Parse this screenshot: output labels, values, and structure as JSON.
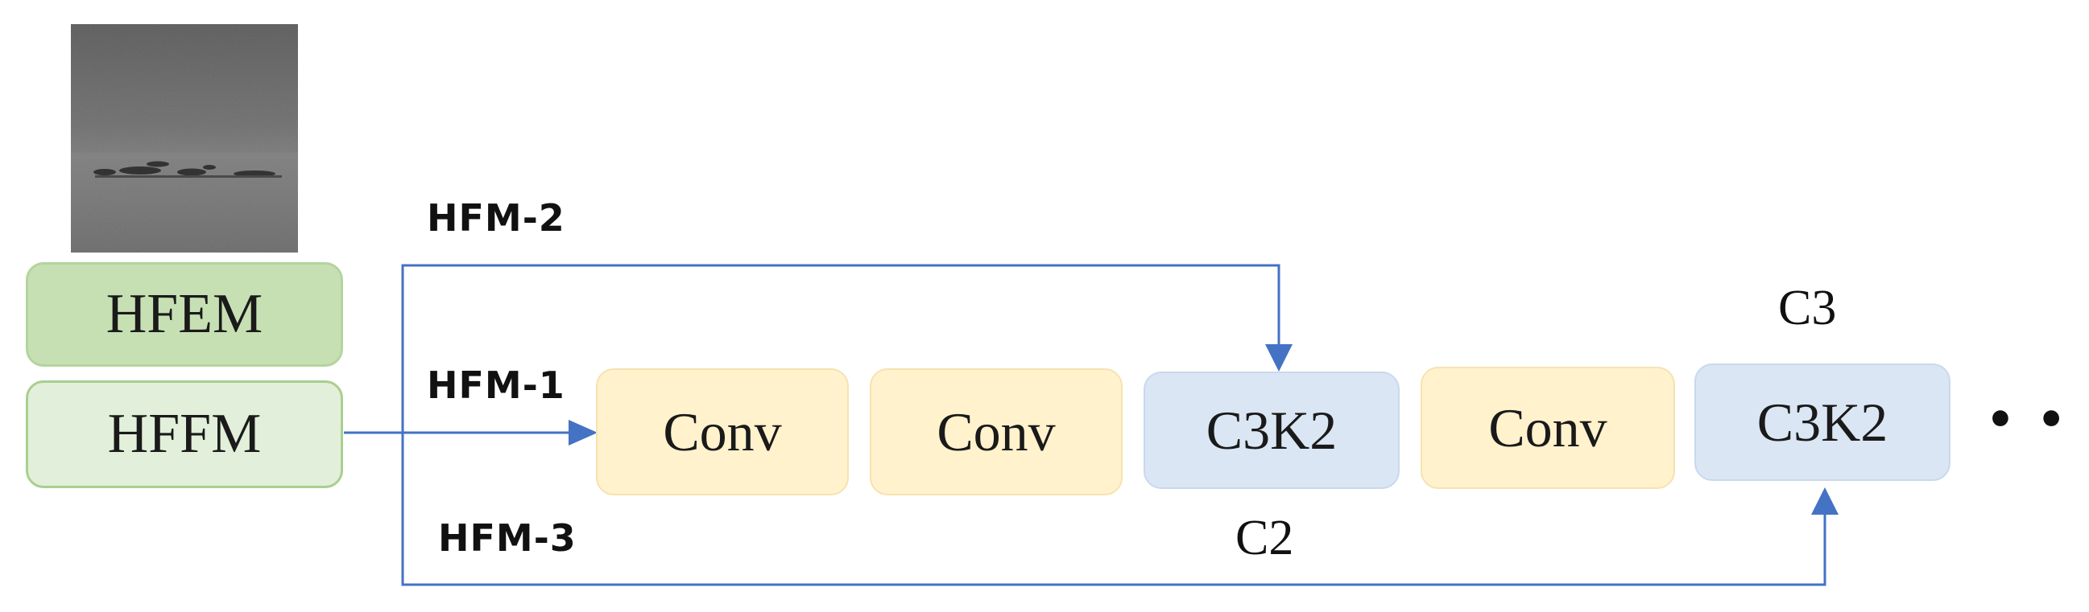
{
  "blocks": {
    "hfem": "HFEM",
    "hffm": "HFFM",
    "conv1": "Conv",
    "conv2": "Conv",
    "c3k2_1": "C3K2",
    "conv3": "Conv",
    "c3k2_2": "C3K2"
  },
  "paths": {
    "hfm1": "HFM-1",
    "hfm2": "HFM-2",
    "hfm3": "HFM-3"
  },
  "stage_labels": {
    "c2": "C2",
    "c3": "C3"
  },
  "continuation": "• • •",
  "colors": {
    "arrow": "#4472c4",
    "hfem_fill": "#c6e0b4",
    "hffm_fill": "#e2efda",
    "conv_fill": "#fff2cc",
    "c3k2_fill": "#dae6f3"
  }
}
